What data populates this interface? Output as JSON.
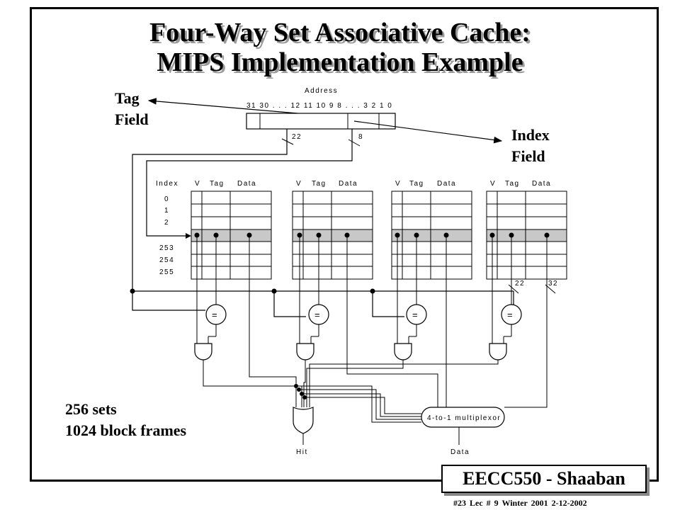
{
  "slide": {
    "title_line1": "Four-Way Set Associative Cache:",
    "title_line2": "MIPS Implementation Example",
    "tag_field": [
      "Tag",
      "Field"
    ],
    "index_field": [
      "Index",
      "Field"
    ],
    "summary": [
      "256 sets",
      "1024 block frames"
    ],
    "badge": "EECC550 - Shaaban",
    "footer": "#23   Lec # 9   Winter 2001   2-12-2002"
  },
  "diagram": {
    "address_label": "Address",
    "address_bits": "31 30 . . . 12 11 10 9 8 . . . 3 2 1 0",
    "tag_width": "22",
    "index_width": "8",
    "index_header": "Index",
    "col_v": "V",
    "col_tag": "Tag",
    "col_data": "Data",
    "index_rows": [
      "0",
      "1",
      "2",
      "253",
      "254",
      "255"
    ],
    "tag_bus_width": "22",
    "data_bus_width": "32",
    "comparator_symbol": "=",
    "mux_label": "4-to-1 multiplexor",
    "hit_label": "Hit",
    "data_label": "Data"
  }
}
